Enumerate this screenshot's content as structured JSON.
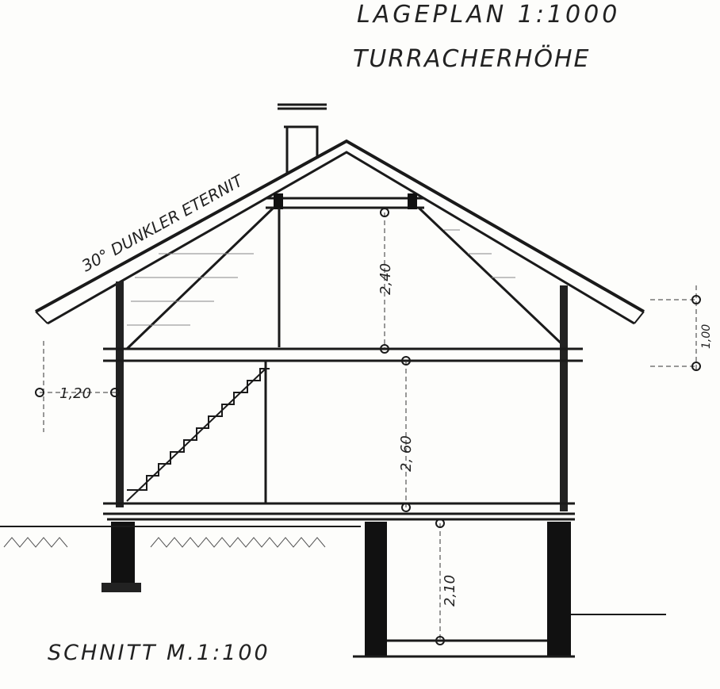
{
  "header": {
    "line1": "LAGEPLAN 1:1000",
    "line2": "TURRACHERHÖHE"
  },
  "annotations": {
    "roof": "30° DUNKLER ETERNIT",
    "attic_height": "2,40",
    "floor_height": "2, 60",
    "basement_height": "2,10",
    "window_sill": "1,20",
    "knee_wall": "1,00"
  },
  "footer": {
    "title": "SCHNITT  M.1:100"
  }
}
